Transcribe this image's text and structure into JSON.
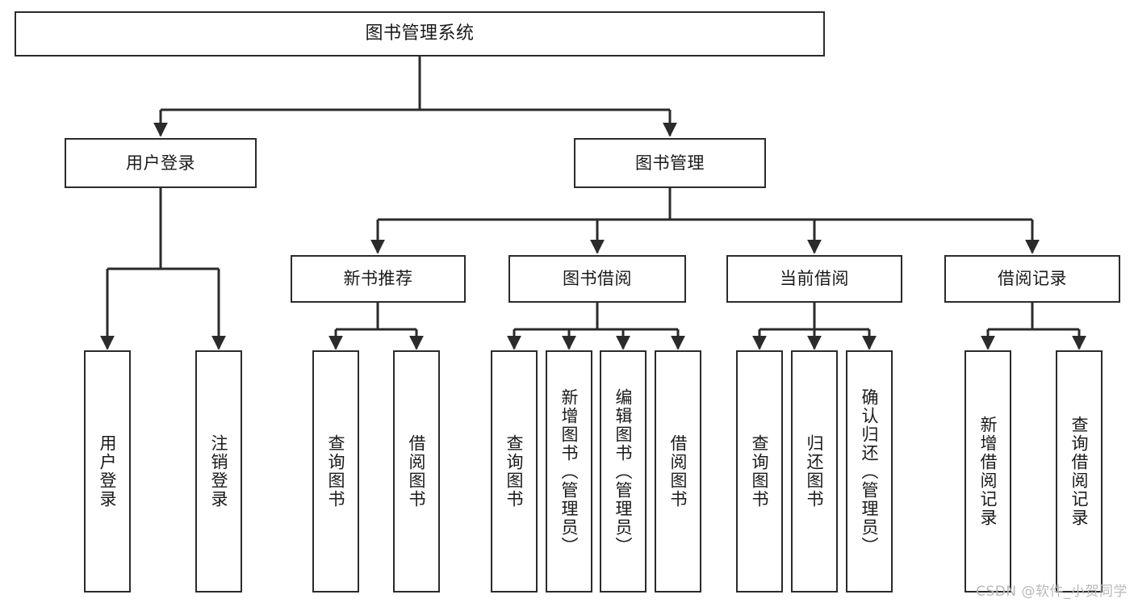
{
  "diagram": {
    "title": "图书管理系统",
    "type": "tree-hierarchy-chart",
    "watermark": "CSDN @软件_小贺同学",
    "colors": {
      "box_border": "#2b2b2b",
      "box_fill": "#ffffff",
      "edge": "#2b2b2b",
      "text": "#1a1a1a",
      "watermark": "#b9b9b9"
    }
  },
  "nodes": {
    "root": {
      "label": "图书管理系统"
    },
    "level2": [
      {
        "label": "用户登录"
      },
      {
        "label": "图书管理"
      }
    ],
    "level3": [
      {
        "label": "新书推荐"
      },
      {
        "label": "图书借阅"
      },
      {
        "label": "当前借阅"
      },
      {
        "label": "借阅记录"
      }
    ],
    "leaves": {
      "user_login": [
        {
          "label": "用户登录"
        },
        {
          "label": "注销登录"
        }
      ],
      "new_book_recommend": [
        {
          "label": "查询图书"
        },
        {
          "label": "借阅图书"
        }
      ],
      "book_borrow": [
        {
          "label": "查询图书"
        },
        {
          "label": "新增图书（管理员）"
        },
        {
          "label": "编辑图书（管理员）"
        },
        {
          "label": "借阅图书"
        }
      ],
      "current_borrow": [
        {
          "label": "查询图书"
        },
        {
          "label": "归还图书"
        },
        {
          "label": "确认归还（管理员）"
        }
      ],
      "borrow_record": [
        {
          "label": "新增借阅记录"
        },
        {
          "label": "查询借阅记录"
        }
      ]
    }
  }
}
